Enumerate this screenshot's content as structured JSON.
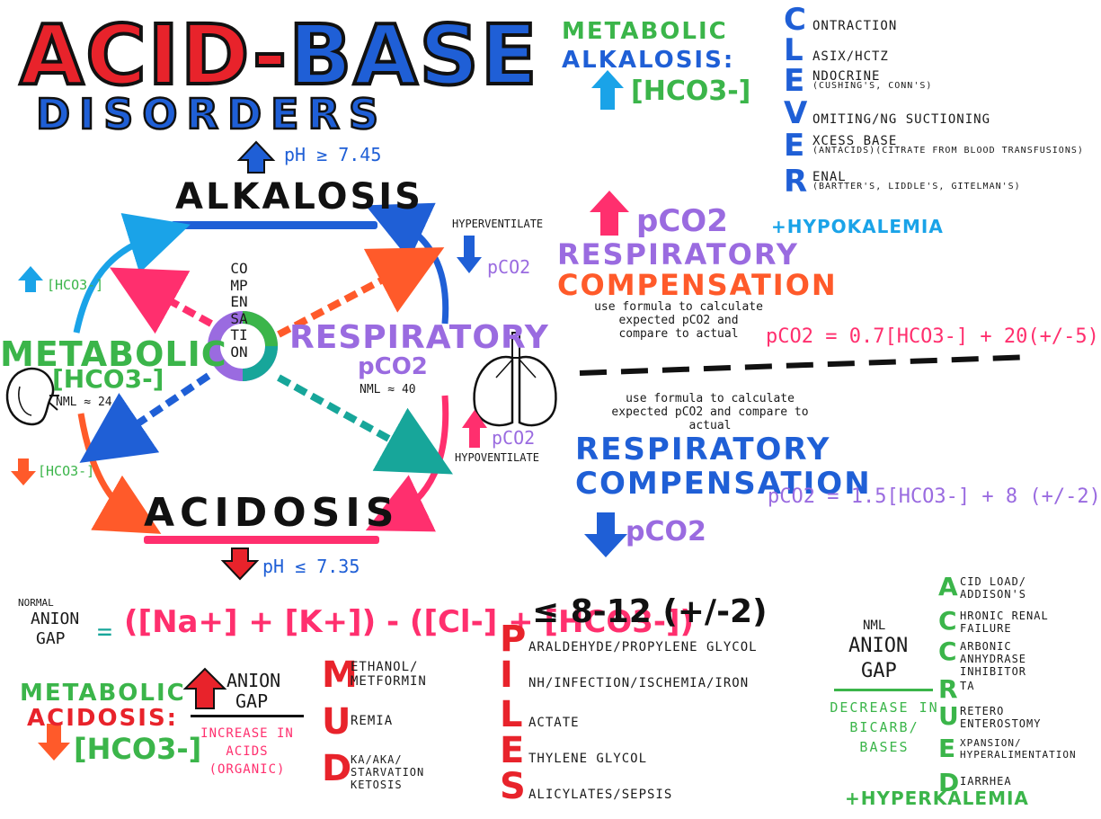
{
  "title": {
    "part1": "ACID",
    "dash": "-",
    "part2": "BASE",
    "subtitle": "DISORDERS"
  },
  "diagram": {
    "ph_high": "pH ≥ 7.45",
    "ph_low": "pH ≤ 7.35",
    "alkalosis": "ALKALOSIS",
    "acidosis": "ACIDOSIS",
    "metabolic": "METABOLIC",
    "metabolic_marker": "[HCO3-]",
    "metabolic_nml": "NML ≈ 24",
    "respiratory": "RESPIRATORY",
    "respiratory_marker": "pCO2",
    "respiratory_nml": "NML ≈ 40",
    "compensation": "COMPENSATION",
    "up_hco3": "[HCO3-]",
    "down_hco3": "[HCO3-]",
    "hyperventilate": "HYPERVENTILATE",
    "hypoventilate": "HYPOVENTILATE",
    "pco2_down": "pCO2",
    "pco2_up": "pCO2"
  },
  "alkalosis_panel": {
    "heading_line1": "METABOLIC",
    "heading_line2": "ALKALOSIS:",
    "marker": "[HCO3-]",
    "mnemonic": [
      {
        "letter": "C",
        "text": "ONTRACTION",
        "sub": ""
      },
      {
        "letter": "L",
        "text": "ASIX/HCTZ",
        "sub": ""
      },
      {
        "letter": "E",
        "text": "NDOCRINE",
        "sub": "(CUSHING'S, CONN'S)"
      },
      {
        "letter": "V",
        "text": "OMITING/NG SUCTIONING",
        "sub": ""
      },
      {
        "letter": "E",
        "text": "XCESS BASE",
        "sub": "(ANTACIDS)(CITRATE FROM BLOOD TRANSFUSIONS)"
      },
      {
        "letter": "R",
        "text": "ENAL",
        "sub": "(BARTTER'S, LIDDLE'S, GITELMAN'S)"
      }
    ],
    "hypokalemia": "+HYPOKALEMIA",
    "resp_comp_up": "pCO2",
    "resp_comp_line1": "RESPIRATORY",
    "resp_comp_line2": "COMPENSATION",
    "formula_note": "use formula to calculate expected pCO2 and compare to actual",
    "formula": "pCO2 = 0.7[HCO3-] + 20(+/-5)"
  },
  "acidosis_comp_panel": {
    "formula_note": "use formula to calculate expected pCO2 and compare to actual",
    "resp_comp_line1": "RESPIRATORY",
    "resp_comp_line2": "COMPENSATION",
    "down_marker": "pCO2",
    "formula": "pCO2 = 1.5[HCO3-] + 8 (+/-2)"
  },
  "anion_gap": {
    "label_small": "NORMAL",
    "label_line1": "ANION",
    "label_line2": "GAP",
    "equals": "=",
    "formula": "([Na+] + [K+]) - ([Cl-] + [HCO3-])",
    "value": "≤ 8-12 (+/-2)"
  },
  "acidosis_panel": {
    "heading_line1": "METABOLIC",
    "heading_line2": "ACIDOSIS:",
    "marker": "[HCO3-]",
    "increased_gap_line1": "ANION",
    "increased_gap_line2": "GAP",
    "increase_note": "INCREASE IN ACIDS (ORGANIC)",
    "mud": [
      {
        "letter": "M",
        "text": "ETHANOL/ METFORMIN"
      },
      {
        "letter": "U",
        "text": "REMIA"
      },
      {
        "letter": "D",
        "text": "KA/AKA/ STARVATION KETOSIS"
      }
    ],
    "piles": [
      {
        "letter": "P",
        "text": "ARALDEHYDE/PROPYLENE GLYCOL"
      },
      {
        "letter": "I",
        "text": "NH/INFECTION/ISCHEMIA/IRON"
      },
      {
        "letter": "L",
        "text": "ACTATE"
      },
      {
        "letter": "E",
        "text": "THYLENE GLYCOL"
      },
      {
        "letter": "S",
        "text": "ALICYLATES/SEPSIS"
      }
    ],
    "nml_gap_line1": "NML",
    "nml_gap_line2": "ANION",
    "nml_gap_line3": "GAP",
    "decrease_note": "DECREASE IN BICARB/ BASES",
    "accrued": [
      {
        "letter": "A",
        "text": "CID LOAD/ ADDISON'S"
      },
      {
        "letter": "C",
        "text": "HRONIC RENAL FAILURE"
      },
      {
        "letter": "C",
        "text": "ARBONIC ANHYDRASE INHIBITOR"
      },
      {
        "letter": "R",
        "text": "TA"
      },
      {
        "letter": "U",
        "text": "RETERO ENTEROSTOMY"
      },
      {
        "letter": "E",
        "text": "XPANSION/ HYPERALIMENTATION"
      },
      {
        "letter": "D",
        "text": "IARRHEA"
      }
    ],
    "hyperkalemia": "+HYPERKALEMIA"
  },
  "colors": {
    "red": "#e8232b",
    "blue": "#1f5fd6",
    "green": "#3bb54a",
    "purple": "#9a6be0",
    "pink": "#ff2f6e",
    "orange": "#ff5a2a",
    "teal": "#17a69a",
    "cyan": "#1aa3e8"
  }
}
